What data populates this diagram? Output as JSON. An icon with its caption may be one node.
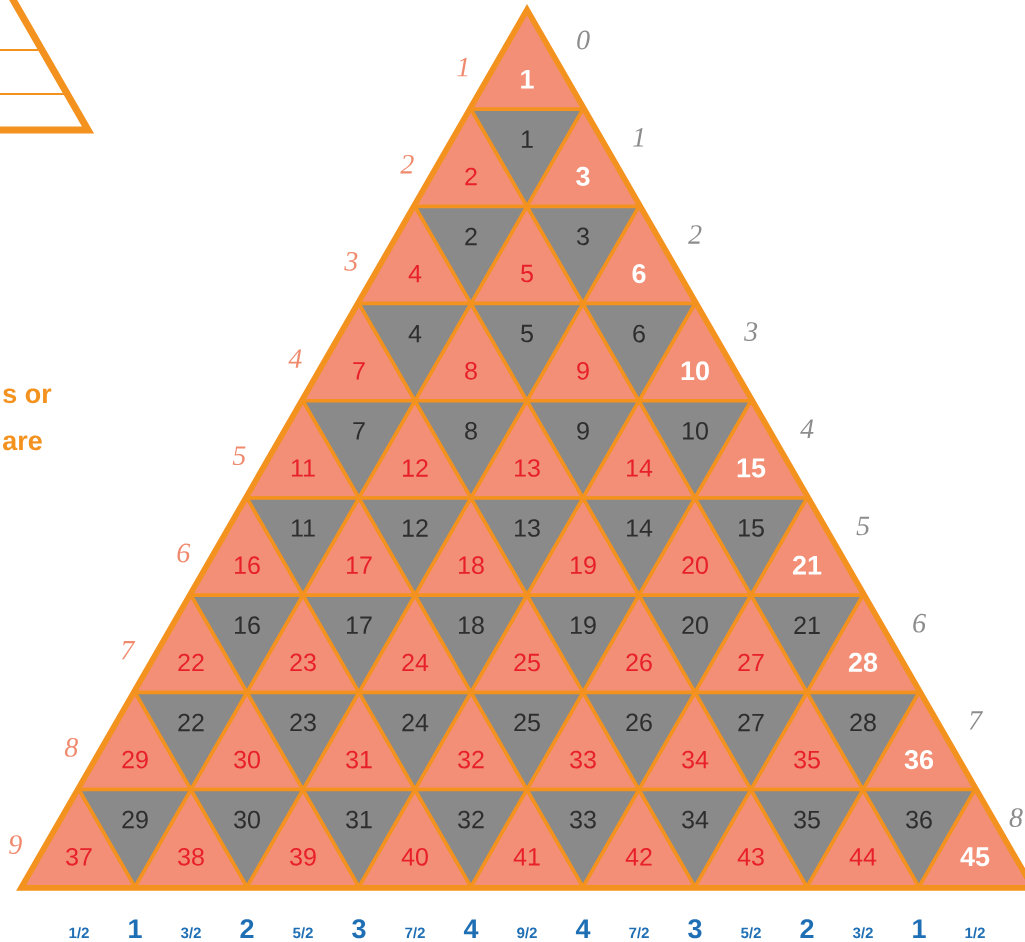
{
  "diagram": {
    "nodes": [
      {
        "text": [
          "1"
        ]
      },
      {
        "text": [
          "2"
        ]
      },
      {
        "text": [
          "1"
        ]
      },
      {
        "text": [
          "3"
        ]
      },
      {
        "text": [
          "4"
        ]
      },
      {
        "text": [
          "2"
        ]
      },
      {
        "text": [
          "5"
        ]
      },
      {
        "text": [
          "3"
        ]
      },
      {
        "text": [
          "6"
        ]
      },
      {
        "text": [
          "7"
        ]
      },
      {
        "text": [
          "4"
        ]
      },
      {
        "text": [
          "8"
        ]
      },
      {
        "text": [
          "5"
        ]
      },
      {
        "text": [
          "9"
        ]
      },
      {
        "text": [
          "6"
        ]
      },
      {
        "text": [
          "10"
        ]
      },
      {
        "text": [
          "11"
        ]
      },
      {
        "text": [
          "7"
        ]
      },
      {
        "text": [
          "12"
        ]
      },
      {
        "text": [
          "8"
        ]
      },
      {
        "text": [
          "13"
        ]
      },
      {
        "text": [
          "9"
        ]
      },
      {
        "text": [
          "14"
        ]
      },
      {
        "text": [
          "10"
        ]
      },
      {
        "text": [
          "15"
        ]
      },
      {
        "text": [
          "16"
        ]
      },
      {
        "text": [
          "11"
        ]
      },
      {
        "text": [
          "17"
        ]
      },
      {
        "text": [
          "12"
        ]
      },
      {
        "text": [
          "18"
        ]
      },
      {
        "text": [
          "13"
        ]
      },
      {
        "text": [
          "19"
        ]
      },
      {
        "text": [
          "14"
        ]
      },
      {
        "text": [
          "20"
        ]
      },
      {
        "text": [
          "15"
        ]
      },
      {
        "text": [
          "21"
        ]
      },
      {
        "text": [
          "22"
        ]
      },
      {
        "text": [
          "16"
        ]
      },
      {
        "text": [
          "23"
        ]
      },
      {
        "text": [
          "17"
        ]
      },
      {
        "text": [
          "24"
        ]
      },
      {
        "text": [
          "18"
        ]
      },
      {
        "text": [
          "25"
        ]
      },
      {
        "text": [
          "19"
        ]
      },
      {
        "text": [
          "26"
        ]
      },
      {
        "text": [
          "20"
        ]
      },
      {
        "text": [
          "27"
        ]
      },
      {
        "text": [
          "21"
        ]
      },
      {
        "text": [
          "28"
        ]
      },
      {
        "text": [
          "29"
        ]
      },
      {
        "text": [
          "22"
        ]
      },
      {
        "text": [
          "30"
        ]
      },
      {
        "text": [
          "23"
        ]
      },
      {
        "text": [
          "31"
        ]
      },
      {
        "text": [
          "24"
        ]
      },
      {
        "text": [
          "32"
        ]
      },
      {
        "text": [
          "25"
        ]
      },
      {
        "text": [
          "33"
        ]
      },
      {
        "text": [
          "26"
        ]
      },
      {
        "text": [
          "34"
        ]
      },
      {
        "text": [
          "27"
        ]
      },
      {
        "text": [
          "35"
        ]
      },
      {
        "text": [
          "28"
        ]
      },
      {
        "text": [
          "36"
        ]
      },
      {
        "text": [
          "37"
        ]
      },
      {
        "text": [
          "29"
        ]
      },
      {
        "text": [
          "38"
        ]
      },
      {
        "text": [
          "30"
        ]
      },
      {
        "text": [
          "39"
        ]
      },
      {
        "text": [
          "31"
        ]
      },
      {
        "text": [
          "40"
        ]
      },
      {
        "text": [
          "32"
        ]
      },
      {
        "text": [
          "41"
        ]
      },
      {
        "text": [
          "33"
        ]
      },
      {
        "text": [
          "42"
        ]
      },
      {
        "text": [
          "34"
        ]
      },
      {
        "text": [
          "43"
        ]
      },
      {
        "text": [
          "35"
        ]
      },
      {
        "text": [
          "44"
        ]
      },
      {
        "text": [
          "36"
        ]
      },
      {
        "text": [
          "45"
        ]
      }
    ],
    "labels": [
      "1",
      "2",
      "3",
      "4",
      "5",
      "6",
      "7",
      "8",
      "9",
      "0",
      "1",
      "2",
      "3",
      "4",
      "5",
      "6",
      "7",
      "8",
      "1/2",
      "1",
      "3/2",
      "2",
      "5/2",
      "3",
      "7/2",
      "4",
      "9/2",
      "4",
      "7/2",
      "3",
      "5/2",
      "2",
      "3/2",
      "1",
      "1/2",
      "s or",
      "are"
    ]
  }
}
